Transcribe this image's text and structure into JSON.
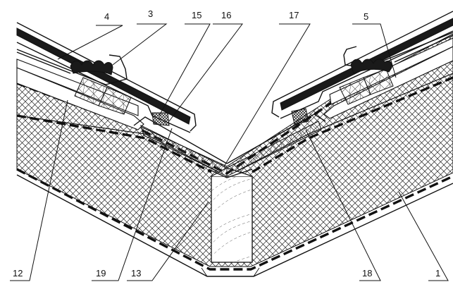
{
  "callouts": [
    {
      "id": "c1",
      "text": "1"
    },
    {
      "id": "c3",
      "text": "3"
    },
    {
      "id": "c4",
      "text": "4"
    },
    {
      "id": "c5",
      "text": "5"
    },
    {
      "id": "c12",
      "text": "12"
    },
    {
      "id": "c13",
      "text": "13"
    },
    {
      "id": "c15",
      "text": "15"
    },
    {
      "id": "c16",
      "text": "16"
    },
    {
      "id": "c17",
      "text": "17"
    },
    {
      "id": "c18",
      "text": "18"
    },
    {
      "id": "c19",
      "text": "19"
    }
  ]
}
